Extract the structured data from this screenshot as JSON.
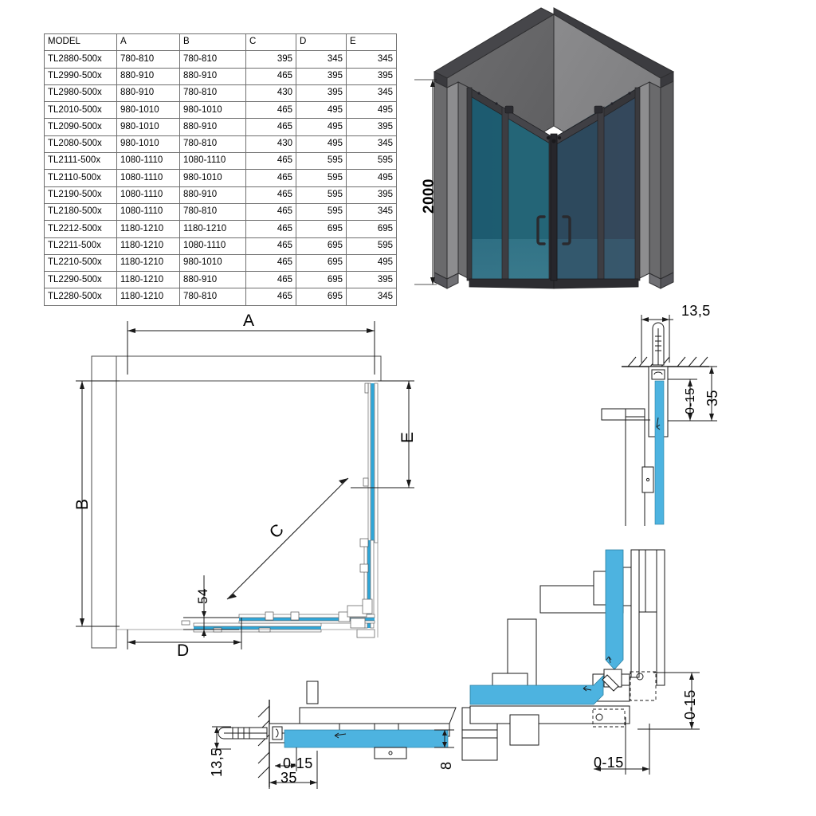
{
  "table": {
    "headers": [
      "MODEL",
      "A",
      "B",
      "C",
      "D",
      "E"
    ],
    "rows": [
      [
        "TL2880-500x",
        "780-810",
        "780-810",
        "395",
        "345",
        "345"
      ],
      [
        "TL2990-500x",
        "880-910",
        "880-910",
        "465",
        "395",
        "395"
      ],
      [
        "TL2980-500x",
        "880-910",
        "780-810",
        "430",
        "395",
        "345"
      ],
      [
        "TL2010-500x",
        "980-1010",
        "980-1010",
        "465",
        "495",
        "495"
      ],
      [
        "TL2090-500x",
        "980-1010",
        "880-910",
        "465",
        "495",
        "395"
      ],
      [
        "TL2080-500x",
        "980-1010",
        "780-810",
        "430",
        "495",
        "345"
      ],
      [
        "TL2111-500x",
        "1080-1110",
        "1080-1110",
        "465",
        "595",
        "595"
      ],
      [
        "TL2110-500x",
        "1080-1110",
        "980-1010",
        "465",
        "595",
        "495"
      ],
      [
        "TL2190-500x",
        "1080-1110",
        "880-910",
        "465",
        "595",
        "395"
      ],
      [
        "TL2180-500x",
        "1080-1110",
        "780-810",
        "465",
        "595",
        "345"
      ],
      [
        "TL2212-500x",
        "1180-1210",
        "1180-1210",
        "465",
        "695",
        "695"
      ],
      [
        "TL2211-500x",
        "1180-1210",
        "1080-1110",
        "465",
        "695",
        "595"
      ],
      [
        "TL2210-500x",
        "1180-1210",
        "980-1010",
        "465",
        "695",
        "495"
      ],
      [
        "TL2290-500x",
        "1180-1210",
        "880-910",
        "465",
        "695",
        "395"
      ],
      [
        "TL2280-500x",
        "1180-1210",
        "780-810",
        "465",
        "695",
        "345"
      ]
    ]
  },
  "iso_view": {
    "height_dim": "2000"
  },
  "plan_view": {
    "dim_a": "A",
    "dim_b": "B",
    "dim_c": "C",
    "dim_d": "D",
    "dim_e": "E",
    "dim_54": "54"
  },
  "detail_top_right": {
    "dim_width": "13,5",
    "dim_adjust": "0-15",
    "dim_depth": "35"
  },
  "detail_bottom_center": {
    "dim_wall": "13,5",
    "dim_adjust": "0-15",
    "dim_depth": "35",
    "dim_glass": "8"
  },
  "detail_bottom_right": {
    "dim_adjust_v": "0-15",
    "dim_adjust_h": "0-15"
  },
  "colors": {
    "glass_teal": "#1f5f74",
    "glass_dark": "#2b4055",
    "glass_section": "#4db3e0",
    "frame_dark": "#3a3a3c",
    "wall_gray": "#8e8e90",
    "line": "#1a1a1a",
    "table_border": "#6f6f6f"
  }
}
